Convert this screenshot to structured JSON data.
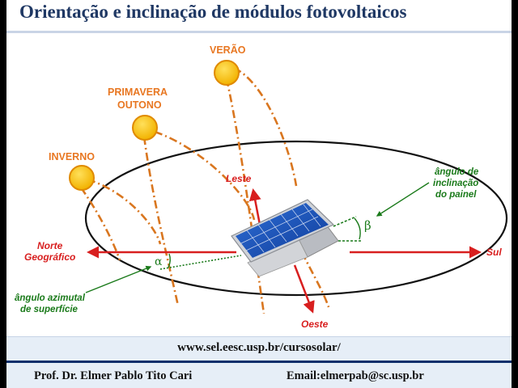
{
  "title": "Orientação e inclinação de módulos fotovoltaicos",
  "seasons": {
    "summer": "VERÃO",
    "spring_line1": "PRIMAVERA",
    "spring_line2": "OUTONO",
    "winter": "INVERNO"
  },
  "directions": {
    "east": "Leste",
    "west": "Oeste",
    "north_line1": "Norte",
    "north_line2": "Geográfico",
    "south": "Sul"
  },
  "annotations": {
    "tilt_line1": "ângulo de",
    "tilt_line2": "inclinação",
    "tilt_line3": "do painel",
    "azimuth_line1": "ângulo azimutal",
    "azimuth_line2": "de superfície",
    "beta": "β",
    "alpha": "α"
  },
  "footer": {
    "url": "www.sel.eesc.usp.br/cursosolar/",
    "author": "Prof. Dr. Elmer Pablo Tito Cari",
    "email": "Email:elmerpab@sc.usp.br"
  },
  "colors": {
    "title": "#1f3864",
    "sun_fill": "#f7c21a",
    "sun_stroke": "#e08a00",
    "path": "#d9761f",
    "season_label": "#e87722",
    "arrow": "#d81f1f",
    "annotation": "#1a7a1a",
    "footer_bg": "#e6eef7"
  },
  "icons": [
    "sun-icon",
    "solar-panel-icon"
  ]
}
